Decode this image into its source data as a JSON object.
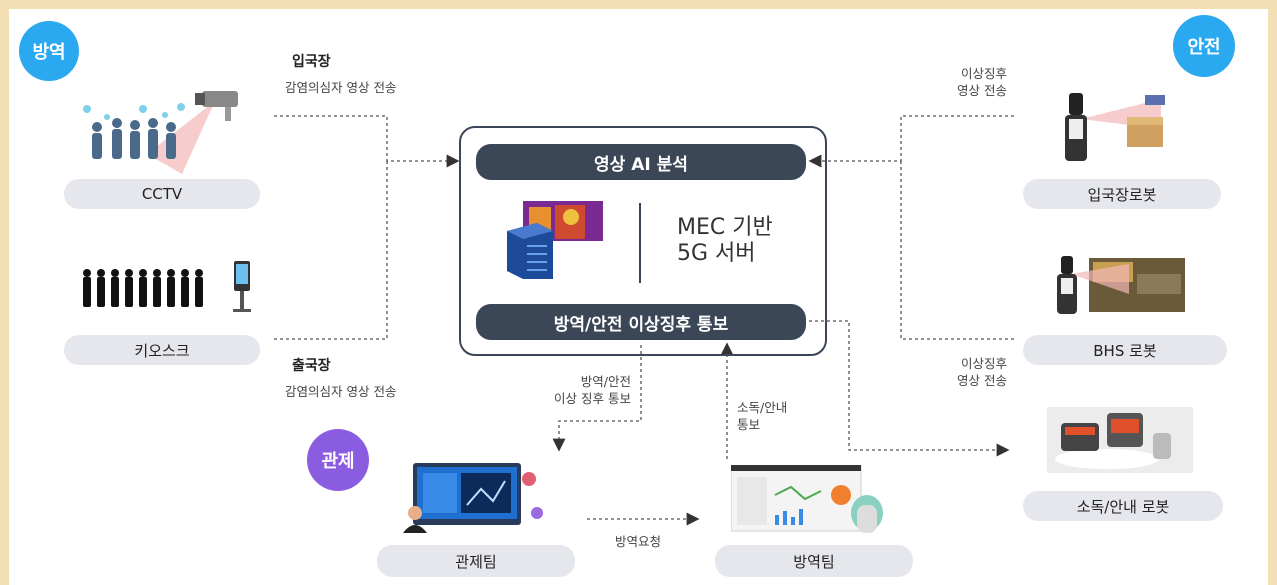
{
  "sections": {
    "quarantine": {
      "label": "방역",
      "color": "#2aa8f0"
    },
    "safety": {
      "label": "안전",
      "color": "#2aa8f0"
    },
    "control": {
      "label": "관제",
      "color": "#8a5de0"
    }
  },
  "left": {
    "cctv_label": "CCTV",
    "kiosk_label": "키오스크",
    "entry_title": "입국장",
    "entry_desc": "감염의심자 영상 전송",
    "exit_title": "출국장",
    "exit_desc": "감염의심자 영상 전송"
  },
  "center": {
    "top_bar": "영상 AI 분석",
    "server_line1": "MEC 기반",
    "server_line2": "5G 서버",
    "bottom_bar": "방역/안전 이상징후 통보"
  },
  "right": {
    "anomaly_top_line1": "이상징후",
    "anomaly_top_line2": "영상 전송",
    "entry_robot_label": "입국장로봇",
    "bhs_robot_label": "BHS 로봇",
    "anomaly_bottom_line1": "이상징후",
    "anomaly_bottom_line2": "영상 전송",
    "disinfect_robot_label": "소독/안내 로봇"
  },
  "bottom": {
    "notice_line1": "방역/안전",
    "notice_line2": "이상 징후 통보",
    "guide_line1": "소독/안내",
    "guide_line2": "통보",
    "request_label": "방역요청",
    "control_team_label": "관제팀",
    "quarantine_team_label": "방역팀"
  },
  "colors": {
    "dark_bar": "#3b4656",
    "pill_bg": "#e5e7ec",
    "border": "#f3dfb4"
  }
}
